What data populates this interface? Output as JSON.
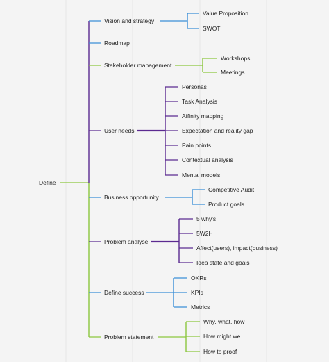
{
  "colors": {
    "background": "#f4f4f4",
    "purple": "#5b2a90",
    "blue": "#3a8fd8",
    "green": "#8cc63f",
    "gridline": "#e6e6e6",
    "text": "#1f1f1f"
  },
  "root": {
    "label": "Define"
  },
  "branches": [
    {
      "label": "Vision and strategy",
      "color": "blue",
      "children": [
        "Value Proposition",
        "SWOT"
      ]
    },
    {
      "label": "Roadmap",
      "color": "blue",
      "children": []
    },
    {
      "label": "Stakeholder management",
      "color": "green",
      "children": [
        "Workshops",
        "Meetings"
      ]
    },
    {
      "label": "User needs",
      "color": "purple",
      "children": [
        "Personas",
        "Task Analysis",
        "Affinity mapping",
        "Expectation and reality gap",
        "Pain points",
        "Contextual analysis",
        "Mental models"
      ]
    },
    {
      "label": "Business opportunity",
      "color": "blue",
      "children": [
        "Competitive Audit",
        "Product goals"
      ]
    },
    {
      "label": "Problem analyse",
      "color": "purple",
      "children": [
        "5 why's",
        "5W2H",
        "Affect(users), impact(business)",
        "Idea state and goals"
      ]
    },
    {
      "label": "Define success",
      "color": "blue",
      "children": [
        "OKRs",
        "KPIs",
        "Metrics"
      ]
    },
    {
      "label": "Problem statement",
      "color": "green",
      "children": [
        "Why, what, how",
        "How might we",
        "How to proof"
      ]
    }
  ]
}
